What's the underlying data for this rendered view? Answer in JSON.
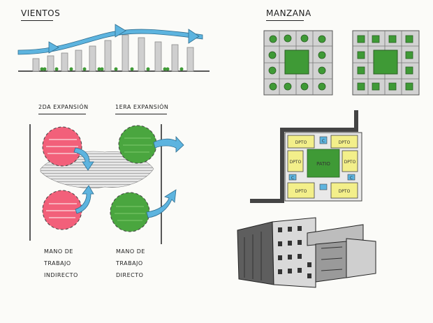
{
  "titles": {
    "vientos": "VIENTOS",
    "manzana": "MANZANA",
    "segunda_expansion": "2DA EXPANSIÓN",
    "primera_expansion": "1ERA EXPANSIÓN"
  },
  "mano_indirecto": [
    "MANO DE",
    "TRABAJO",
    "INDIRECTO"
  ],
  "mano_directo": [
    "MANO DE",
    "TRABAJO",
    "DIRECTO"
  ],
  "plan_labels": {
    "patio": "PATIO",
    "dpto": "DPTO",
    "c": "C"
  },
  "colors": {
    "wind_arrow": "#5db4df",
    "vegetation": "#3f9a36",
    "pink": "#f2607a",
    "green_circle": "#4aa63f",
    "plan_yellow": "#f3ef8a",
    "plan_dark": "#555555",
    "block_grey": "#c8c8c8"
  }
}
